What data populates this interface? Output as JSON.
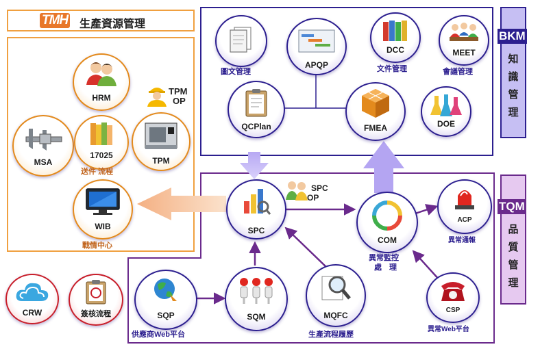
{
  "tmh": {
    "logo": "TMH",
    "title": "生產資源管理"
  },
  "bkm": {
    "code": "BKM",
    "chars": [
      "知",
      "識",
      "管",
      "理"
    ]
  },
  "tqm": {
    "code": "TQM",
    "chars": [
      "品",
      "質",
      "管",
      "理"
    ]
  },
  "nodes": {
    "hrm": "HRM",
    "tpm_op": "TPM",
    "tpm_op2": "OP",
    "msa": "MSA",
    "n17025": "17025",
    "n17025_cap": "送件 流程",
    "tpm": "TPM",
    "wib": "WIB",
    "wib_cap": "戰情中心",
    "tuwen_cap": "圖文管理",
    "apqp": "APQP",
    "dcc": "DCC",
    "dcc_cap": "文件管理",
    "meet": "MEET",
    "meet_cap": "會議管理",
    "qcplan": "QCPlan",
    "fmea": "FMEA",
    "doe": "DOE",
    "spc": "SPC",
    "spc_op": "SPC",
    "spc_op2": "OP",
    "com": "COM",
    "com_cap1": "異常監控",
    "com_cap2": "處　理",
    "acp": "ACP",
    "acp_cap": "異常通報",
    "sqp": "SQP",
    "sqp_cap": "供應商Web平台",
    "sqm": "SQM",
    "mqfc": "MQFC",
    "mqfc_cap": "生產流程履歷",
    "csp": "CSP",
    "csp_cap": "異常Web平台",
    "crw": "CRW",
    "audit": "簽核流程"
  },
  "colors": {
    "navy": "#2c1f8f",
    "purple": "#6a2a8c",
    "orange": "#f0a040",
    "lavender": "#c9c1f5",
    "peach": "#f7c7a0"
  }
}
